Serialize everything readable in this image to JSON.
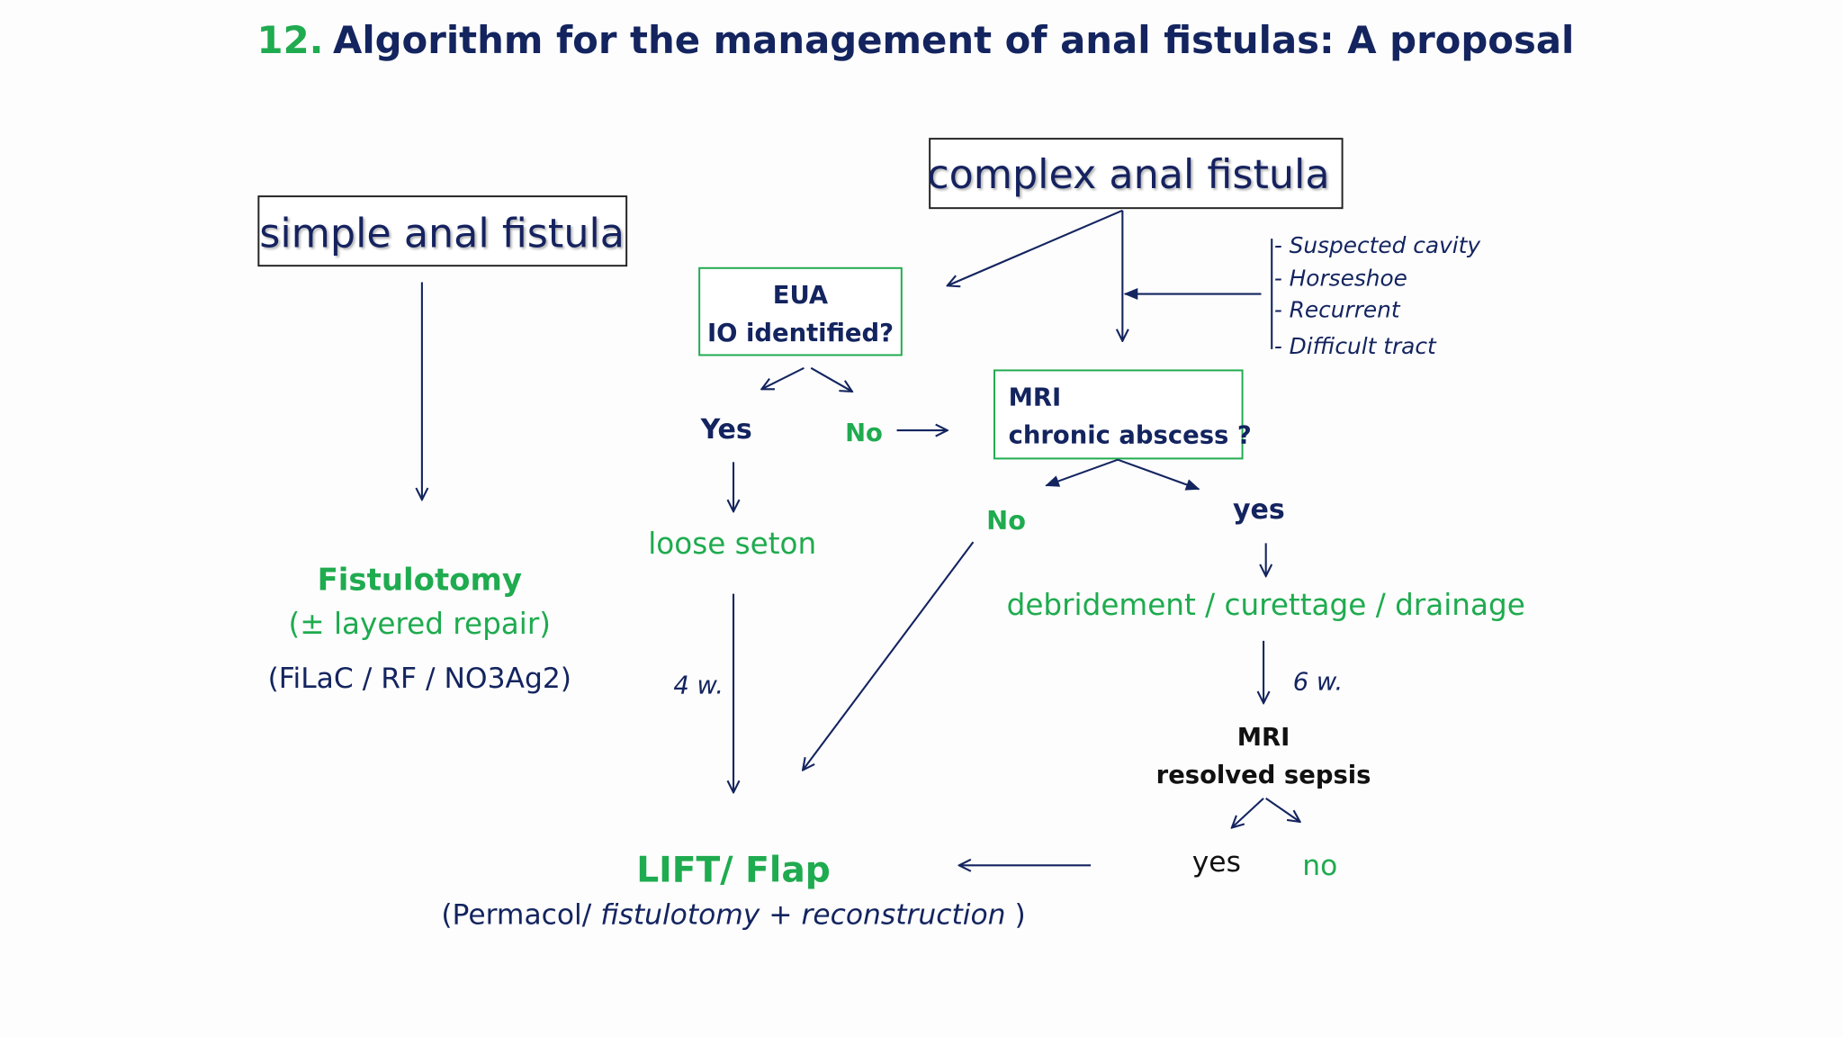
{
  "title": {
    "number": "12.",
    "text": "Algorithm for the management of anal fistulas: A proposal"
  },
  "simple": {
    "label": "simple anal fistula",
    "treatment": "Fistulotomy",
    "treatment_note": "(± layered repair)",
    "alternatives": "(FiLaC / RF / NO3Ag2)"
  },
  "complex": {
    "label": "complex anal fistula",
    "criteria": [
      "- Suspected cavity",
      "- Horseshoe",
      "- Recurrent",
      "- Difficult tract"
    ]
  },
  "eua": {
    "line1": "EUA",
    "line2": "IO identified?",
    "yes": "Yes",
    "no": "No",
    "yes_action": "loose seton",
    "interval": "4 w."
  },
  "mri1": {
    "line1": "MRI",
    "line2": "chronic abscess ?",
    "no": "No",
    "yes": "yes",
    "yes_action": "debridement / curettage / drainage",
    "interval": "6 w."
  },
  "mri2": {
    "line1": "MRI",
    "line2": "resolved sepsis",
    "yes": "yes",
    "no": "no"
  },
  "outcome": {
    "label": "LIFT/ Flap",
    "note_start": "(Permacol/ ",
    "note_italic": "fistulotomy + reconstruction",
    "note_end": " )"
  },
  "colors": {
    "navy": "#13245f",
    "green": "#1fab4f"
  }
}
